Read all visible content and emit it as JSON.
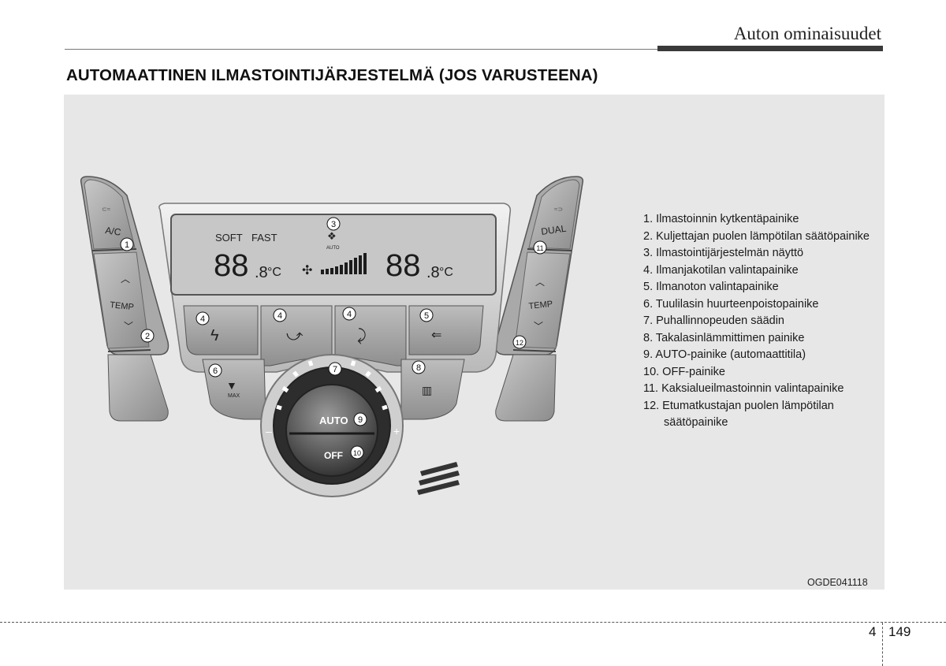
{
  "header": {
    "section": "Auton ominaisuudet"
  },
  "heading": "AUTOMAATTINEN ILMASTOINTIJÄRJESTELMÄ (JOS VARUSTEENA)",
  "panel": {
    "left_top_label": "A/C",
    "left_temp_label": "TEMP",
    "right_top_label": "DUAL",
    "right_temp_label": "TEMP",
    "display": {
      "soft": "SOFT",
      "fast": "FAST",
      "auto_small": "AUTO",
      "left_temp": "88",
      "left_decimal": ".8",
      "right_temp": "88",
      "right_decimal": ".8",
      "unit": "°C"
    },
    "max_label": "MAX",
    "knob_auto": "AUTO",
    "knob_off": "OFF",
    "minus": "–",
    "plus": "+",
    "callouts": [
      "1",
      "2",
      "3",
      "4",
      "4",
      "4",
      "5",
      "6",
      "7",
      "8",
      "9",
      "10",
      "11",
      "12"
    ]
  },
  "legend": [
    "1. Ilmastoinnin kytkentäpainike",
    "2. Kuljettajan puolen lämpötilan säätöpainike",
    "3. Ilmastointijärjestelmän näyttö",
    "4. Ilmanjakotilan valintapainike",
    "5. Ilmanoton valintapainike",
    "6. Tuulilasin huurteenpoistopainike",
    "7. Puhallinnopeuden säädin",
    "8. Takalasinlämmittimen painike",
    "9. AUTO-painike (automaattitila)",
    "10. OFF-painike",
    "11. Kaksialueilmastoinnin valintapainike",
    "12. Etumatkustajan puolen lämpötilan säätöpainike"
  ],
  "image_code": "OGDE041118",
  "footer": {
    "chapter": "4",
    "page": "149"
  }
}
